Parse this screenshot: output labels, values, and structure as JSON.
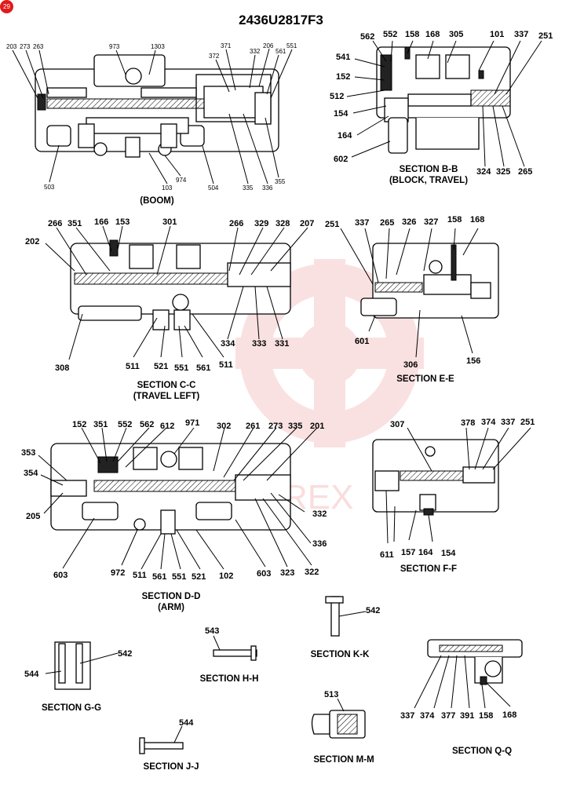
{
  "title": "2436U2817F3",
  "badge": "29",
  "watermark": "REX",
  "captions": {
    "boom": "(BOOM)",
    "bb1": "SECTION B-B",
    "bb2": "(BLOCK, TRAVEL)",
    "cc1": "SECTION C-C",
    "cc2": "(TRAVEL LEFT)",
    "ee": "SECTION E-E",
    "dd1": "SECTION D-D",
    "dd2": "(ARM)",
    "ff": "SECTION F-F",
    "gg": "SECTION G-G",
    "hh": "SECTION H-H",
    "jj": "SECTION J-J",
    "kk": "SECTION K-K",
    "mm": "SECTION M-M",
    "qq": "SECTION Q-Q"
  },
  "labels": {
    "boom": [
      "203",
      "273",
      "263",
      "973",
      "1303",
      "371",
      "372",
      "332",
      "206",
      "551",
      "561",
      "503",
      "974",
      "103",
      "504",
      "335",
      "336",
      "355"
    ],
    "bb": [
      "562",
      "552",
      "158",
      "168",
      "305",
      "101",
      "337",
      "251",
      "541",
      "152",
      "512",
      "154",
      "164",
      "602",
      "324",
      "325",
      "265"
    ],
    "cc": [
      "266",
      "351",
      "166",
      "153",
      "301",
      "266",
      "329",
      "328",
      "207",
      "202",
      "308",
      "511",
      "521",
      "551",
      "561",
      "511",
      "334",
      "333",
      "331"
    ],
    "ee": [
      "251",
      "337",
      "265",
      "326",
      "327",
      "158",
      "168",
      "601",
      "306",
      "156"
    ],
    "dd": [
      "152",
      "351",
      "552",
      "562",
      "612",
      "971",
      "302",
      "261",
      "273",
      "335",
      "201",
      "353",
      "354",
      "205",
      "332",
      "336",
      "603",
      "972",
      "511",
      "561",
      "551",
      "521",
      "102",
      "603",
      "323",
      "322"
    ],
    "ff": [
      "307",
      "378",
      "374",
      "337",
      "251",
      "611",
      "157",
      "164",
      "154"
    ],
    "gg": [
      "542",
      "544"
    ],
    "hh": [
      "543"
    ],
    "jj": [
      "544"
    ],
    "kk": [
      "542"
    ],
    "mm": [
      "513"
    ],
    "qq": [
      "337",
      "374",
      "377",
      "391",
      "158",
      "168"
    ]
  }
}
